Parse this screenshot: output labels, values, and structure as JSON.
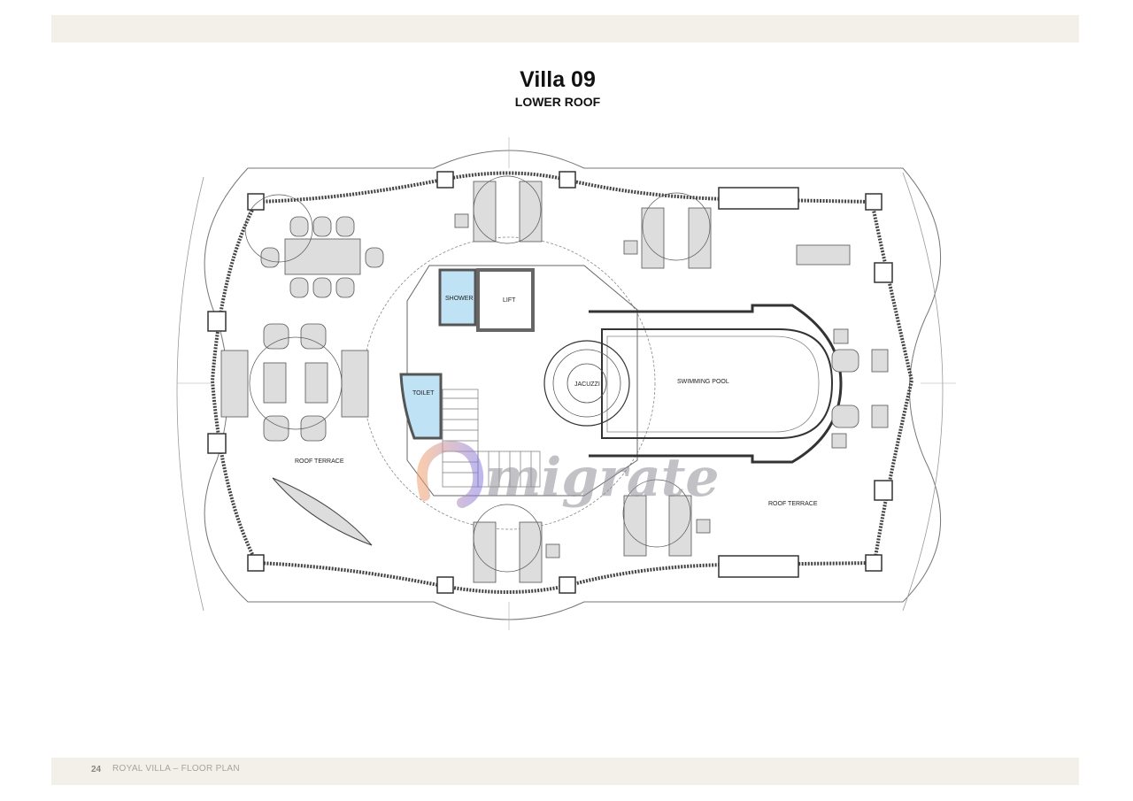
{
  "page": {
    "title": "Villa 09",
    "subtitle": "LOWER ROOF",
    "page_number": "24",
    "footer_label": "ROYAL VILLA – FLOOR PLAN"
  },
  "plan_labels": {
    "shower": "SHOWER",
    "lift": "LIFT",
    "toilet": "TOILET",
    "jacuzzi": "JACUZZI",
    "swimming_pool": "SWIMMING POOL",
    "roof_terrace_left": "ROOF TERRACE",
    "roof_terrace_right": "ROOF TERRACE"
  },
  "watermark": {
    "text": "migrate"
  },
  "colors": {
    "band": "#f3efe9",
    "wet_room": "#bfe3f5",
    "furniture": "#d9d9d9"
  }
}
